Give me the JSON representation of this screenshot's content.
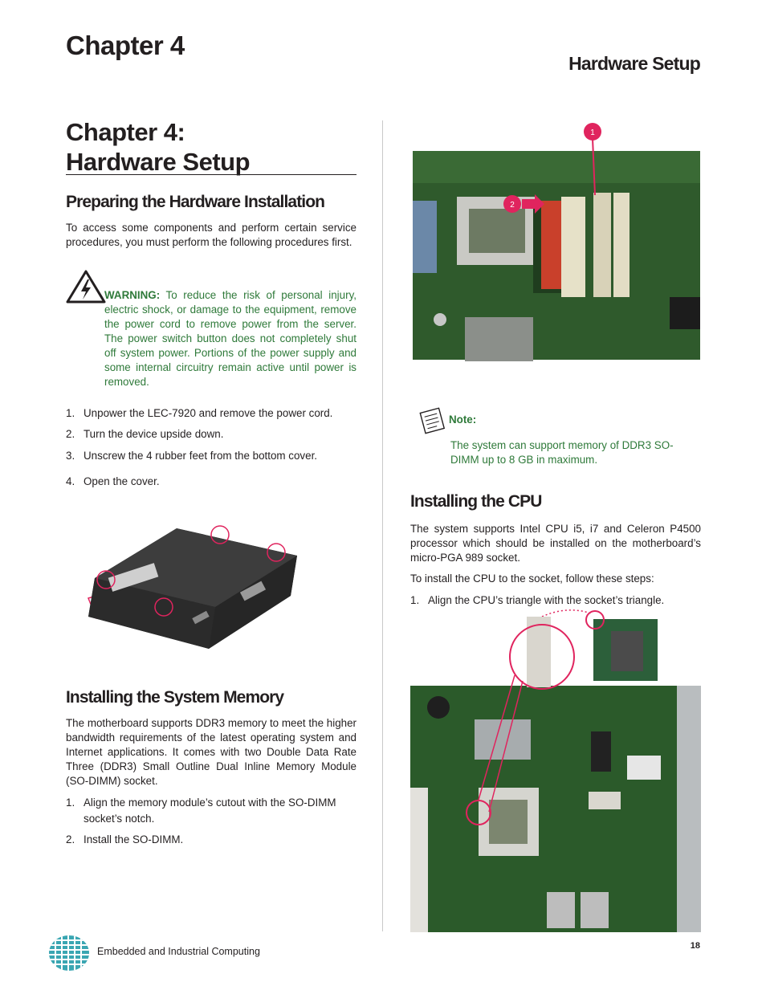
{
  "header": {
    "chapter": "Chapter 4",
    "section": "Hardware Setup"
  },
  "title": {
    "line1": "Chapter 4:",
    "line2": "Hardware Setup"
  },
  "prep": {
    "heading": "Preparing the Hardware Installation",
    "intro": "To access some components and perform certain service procedures, you must perform  the following procedures first.",
    "warning_label": "WARNING:",
    "warning_text": " To reduce the risk of personal injury, electric shock, or damage to the equipment, remove the power cord to remove power from the server. The power switch button does not completely shut off system power. Portions of the power supply and some internal circuitry remain active until power is removed.",
    "steps": [
      {
        "num": "1.",
        "text": "Unpower the LEC-7920 and remove the power cord."
      },
      {
        "num": "2.",
        "text": "Turn the device upside down."
      },
      {
        "num": "3.",
        "text": "Unscrew the 4 rubber feet from the bottom cover."
      },
      {
        "num": "4.",
        "text": "Open the cover."
      }
    ]
  },
  "memory": {
    "heading": "Installing the System Memory",
    "text": "The motherboard supports DDR3 memory to meet the higher bandwidth requirements of the latest operating system and Internet applications. It comes with two Double Data Rate Three (DDR3) Small Outline Dual Inline Memory Module (SO-DIMM) socket.",
    "step1_num": "1.",
    "step1_line1": "Align the memory module’s cutout with the SO-DIMM",
    "step1_line2": "socket’s notch.",
    "step2_num": "2.",
    "step2_text": "Install the SO-DIMM."
  },
  "memory_photo": {
    "callout1": "1",
    "callout2": "2"
  },
  "note": {
    "label": "Note:",
    "text": "The system  can support memory of DDR3 SO-DIMM up to 8 GB in maximum."
  },
  "cpu": {
    "heading": "Installing the CPU",
    "text1": "The system supports Intel CPU i5, i7 and Celeron P4500 processor which should be installed on the motherboard’s micro-PGA 989 socket.",
    "text2": "To install the CPU to the socket, follow these steps:",
    "step1_num": "1.",
    "step1_text": "Align the CPU’s triangle with the socket’s triangle."
  },
  "footer": {
    "text": "Embedded and Industrial Computing",
    "page": "18"
  },
  "colors": {
    "text": "#231f20",
    "warning_green": "#2f7a3a",
    "callout_red": "#e0245e",
    "logo_teal": "#3aa6b2"
  },
  "icons": [
    "warning-icon",
    "note-icon",
    "company-logo-icon"
  ]
}
